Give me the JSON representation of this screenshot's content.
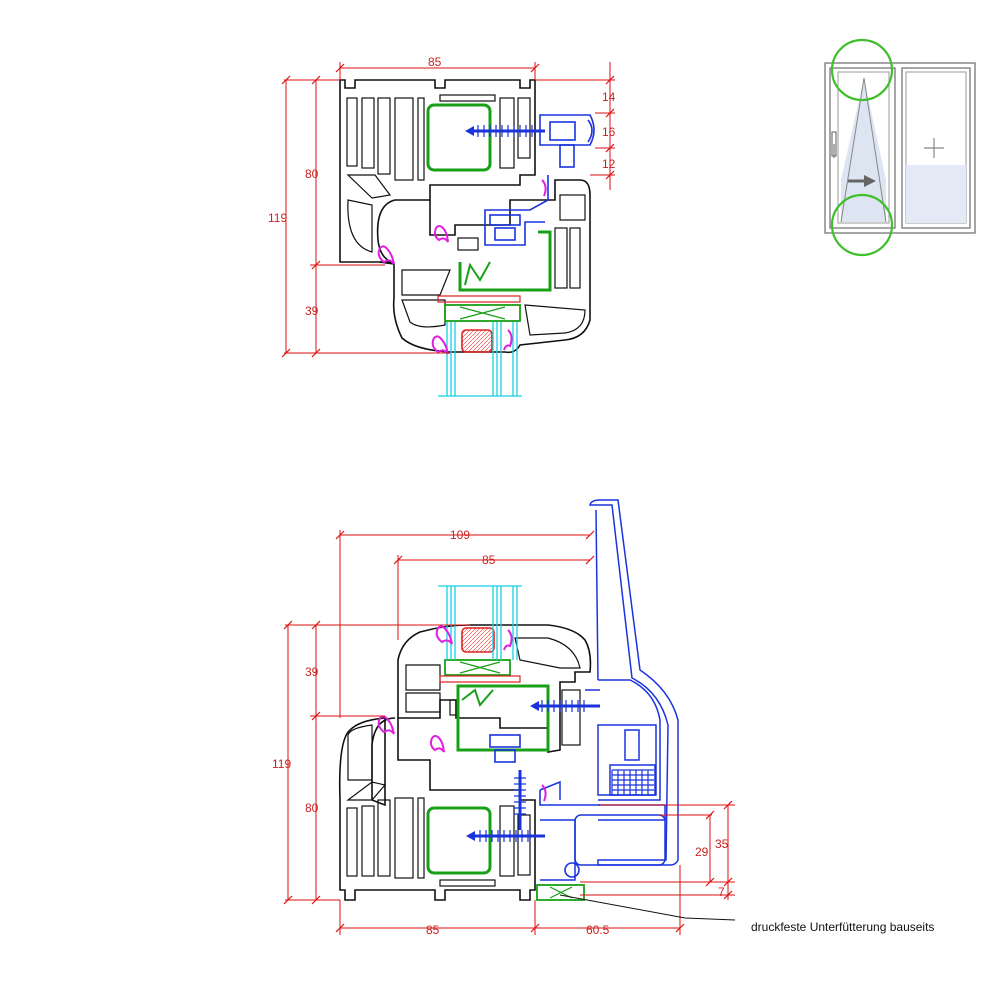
{
  "colors": {
    "dimension": "#dd1111",
    "profile": "#111111",
    "gasket": "#e020e0",
    "reinforcement": "#18a018",
    "hardware": "#1a33dd",
    "glass": "#18d0e0",
    "marker": "#3fbf2a",
    "spacer_red": "#dd2222"
  },
  "top_section": {
    "dim_width": "85",
    "dim_frame_height": "80",
    "dim_total_height": "119",
    "dim_sash_height": "39",
    "dim_top_a": "14",
    "dim_top_b": "16",
    "dim_top_c": "12"
  },
  "bottom_section": {
    "dim_outer_width": "109",
    "dim_width": "85",
    "dim_sash_height": "39",
    "dim_total_height": "119",
    "dim_frame_height": "80",
    "dim_bottom_width": "85",
    "dim_sill_width": "60.5",
    "dim_right_a": "29",
    "dim_right_b": "35",
    "dim_right_c": "7",
    "note": "druckfeste Unterfütterung bauseits"
  },
  "icons": {
    "window_icon": "tilt-turn-window-icon",
    "plus": "plus-icon",
    "arrow": "arrow-right-icon",
    "handle": "handle-icon"
  }
}
